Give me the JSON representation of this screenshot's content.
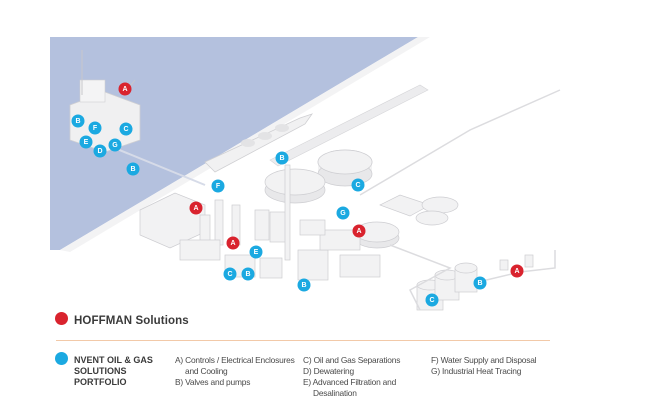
{
  "colors": {
    "water": "#b4c1de",
    "hoffman_red": "#d9232e",
    "nvent_blue": "#1ba9e1",
    "divider": "#f2c9a8",
    "structure": "#e9e9ea"
  },
  "markers": [
    {
      "id": "offshore-a",
      "letter": "A",
      "brand": "hoffman"
    },
    {
      "id": "offshore-b",
      "letter": "B",
      "brand": "nvent"
    },
    {
      "id": "offshore-f",
      "letter": "F",
      "brand": "nvent"
    },
    {
      "id": "offshore-c",
      "letter": "C",
      "brand": "nvent"
    },
    {
      "id": "offshore-e",
      "letter": "E",
      "brand": "nvent"
    },
    {
      "id": "offshore-d",
      "letter": "D",
      "brand": "nvent"
    },
    {
      "id": "offshore-g",
      "letter": "G",
      "brand": "nvent"
    },
    {
      "id": "pipeline-b",
      "letter": "B",
      "brand": "nvent"
    },
    {
      "id": "dock-b",
      "letter": "B",
      "brand": "nvent"
    },
    {
      "id": "building-f",
      "letter": "F",
      "brand": "nvent"
    },
    {
      "id": "building-a",
      "letter": "A",
      "brand": "hoffman"
    },
    {
      "id": "tank-c",
      "letter": "C",
      "brand": "nvent"
    },
    {
      "id": "plant-g",
      "letter": "G",
      "brand": "nvent"
    },
    {
      "id": "plant-a",
      "letter": "A",
      "brand": "hoffman"
    },
    {
      "id": "refinery-a",
      "letter": "A",
      "brand": "hoffman"
    },
    {
      "id": "refinery-e",
      "letter": "E",
      "brand": "nvent"
    },
    {
      "id": "refinery-c",
      "letter": "C",
      "brand": "nvent"
    },
    {
      "id": "refinery-b",
      "letter": "B",
      "brand": "nvent"
    },
    {
      "id": "pump-b",
      "letter": "B",
      "brand": "nvent"
    },
    {
      "id": "storage-c",
      "letter": "C",
      "brand": "nvent"
    },
    {
      "id": "storage-b",
      "letter": "B",
      "brand": "nvent"
    },
    {
      "id": "wellhead-a",
      "letter": "A",
      "brand": "hoffman"
    }
  ],
  "legend": {
    "hoffman_title": "HOFFMAN Solutions",
    "nvent_title": "NVENT OIL & GAS SOLUTIONS PORTFOLIO",
    "items": [
      {
        "letter": "A",
        "label": "A) Controls / Electrical Enclosures and Cooling"
      },
      {
        "letter": "B",
        "label": "B) Valves and pumps"
      },
      {
        "letter": "C",
        "label": "C) Oil and Gas Separations"
      },
      {
        "letter": "D",
        "label": "D) Dewatering"
      },
      {
        "letter": "E",
        "label": "E) Advanced Filtration and Desalination"
      },
      {
        "letter": "F",
        "label": "F) Water Supply and Disposal"
      },
      {
        "letter": "G",
        "label": "G) Industrial Heat Tracing"
      }
    ]
  }
}
